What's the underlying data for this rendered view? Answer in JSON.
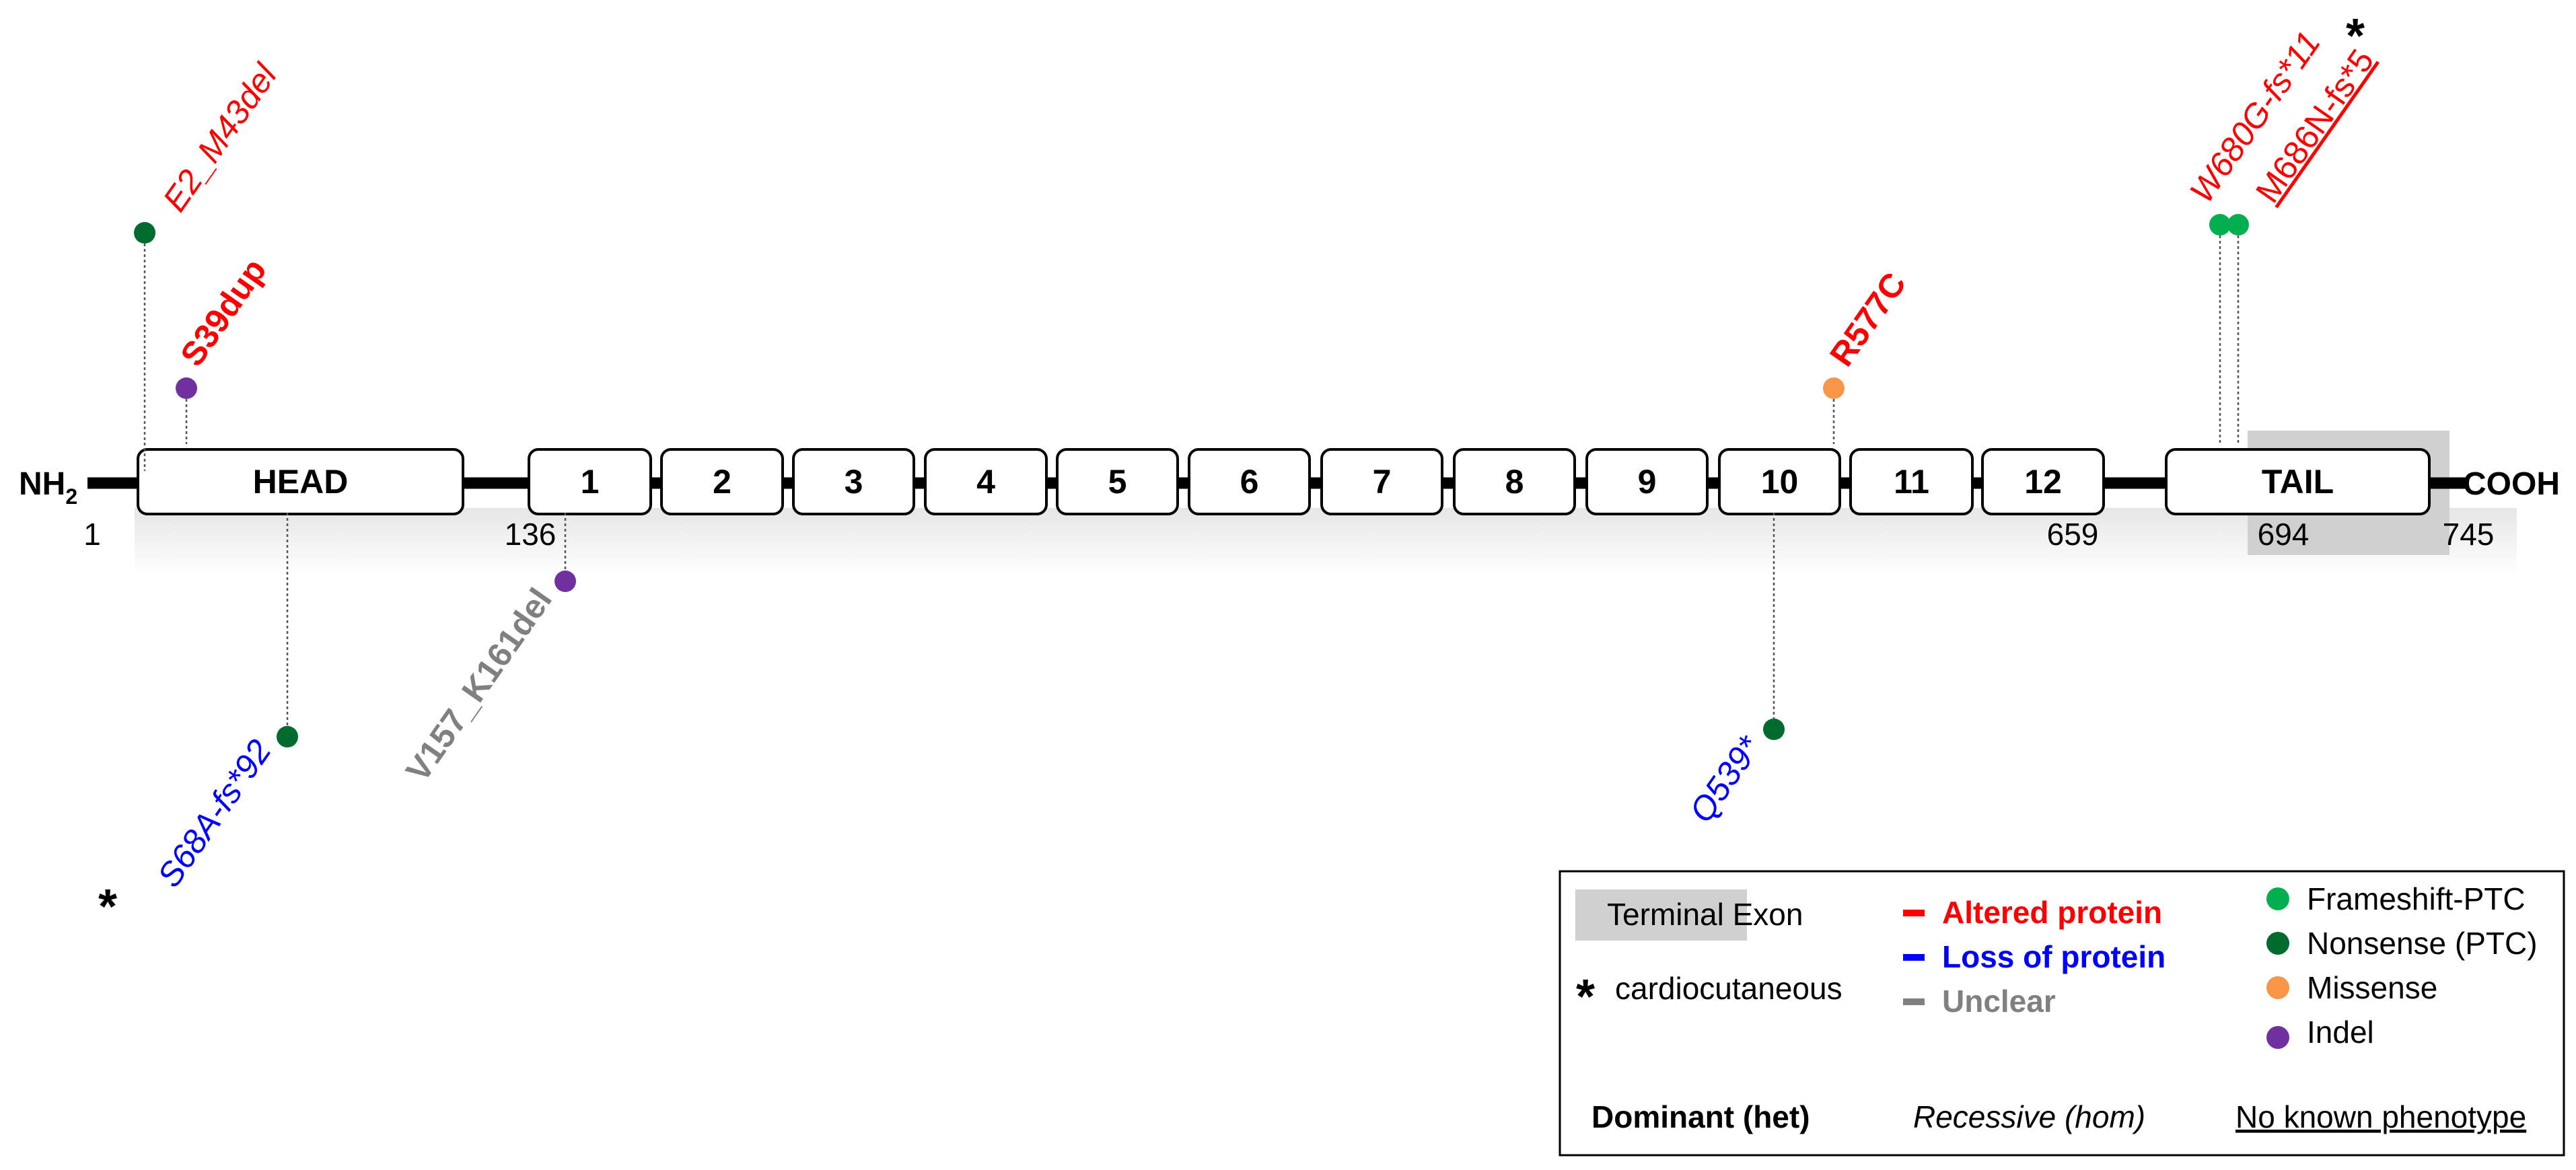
{
  "protein": {
    "n_term": "NH",
    "n_term_sub": "2",
    "c_term": "COOH",
    "domains": [
      "HEAD",
      "1",
      "2",
      "3",
      "4",
      "5",
      "6",
      "7",
      "8",
      "9",
      "10",
      "11",
      "12",
      "TAIL"
    ],
    "positions": [
      "1",
      "136",
      "659",
      "694",
      "745"
    ]
  },
  "mutations": [
    {
      "label": "E2_M43del",
      "type": "Nonsense (PTC)",
      "effect": "Altered protein",
      "inheritance": "Recessive (hom)",
      "cardiocutaneous": false
    },
    {
      "label": "S39dup",
      "type": "Indel",
      "effect": "Altered protein",
      "inheritance": "Dominant (het)",
      "cardiocutaneous": false
    },
    {
      "label": "S68A-fs*92",
      "type": "Nonsense (PTC)",
      "effect": "Loss of protein",
      "inheritance": "Recessive (hom)",
      "cardiocutaneous": true
    },
    {
      "label": "V157_K161del",
      "type": "Indel",
      "effect": "Unclear",
      "inheritance": "Dominant (het)",
      "cardiocutaneous": false
    },
    {
      "label": "Q539*",
      "type": "Nonsense (PTC)",
      "effect": "Loss of protein",
      "inheritance": "Recessive (hom)",
      "cardiocutaneous": false
    },
    {
      "label": "R577C",
      "type": "Missense",
      "effect": "Altered protein",
      "inheritance": "Dominant (het)",
      "cardiocutaneous": false
    },
    {
      "label": "W680G-fs*11",
      "type": "Frameshift-PTC",
      "effect": "Altered protein",
      "inheritance": "Recessive (hom)",
      "cardiocutaneous": false
    },
    {
      "label": "M686N-fs*5",
      "type": "Frameshift-PTC",
      "effect": "Altered protein",
      "inheritance": "No known phenotype",
      "cardiocutaneous": true
    }
  ],
  "annotations": {
    "asterisk": "*"
  },
  "legend": {
    "terminal_exon": "Terminal Exon",
    "cardiocutaneous": "cardiocutaneous",
    "effects": [
      {
        "label": "Altered protein",
        "color": "#ff0000"
      },
      {
        "label": "Loss of protein",
        "color": "#0000ff"
      },
      {
        "label": "Unclear",
        "color": "#808080"
      }
    ],
    "types": [
      {
        "label": "Frameshift-PTC",
        "color": "#00b050"
      },
      {
        "label": "Nonsense (PTC)",
        "color": "#006b2e"
      },
      {
        "label": "Missense",
        "color": "#f79646"
      },
      {
        "label": "Indel",
        "color": "#7030a0"
      }
    ],
    "inheritance": [
      "Dominant (het)",
      "Recessive (hom)",
      "No known phenotype"
    ]
  }
}
